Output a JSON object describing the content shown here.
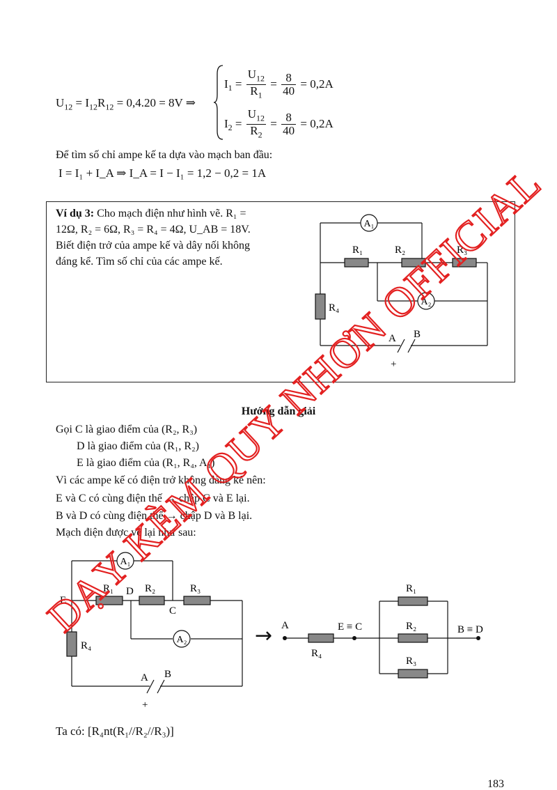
{
  "equations": {
    "u12_lhs": "U",
    "u12_sub": "12",
    "u12_mid": " = I",
    "i12_sub": "12",
    "r_letter": "R",
    "r12_sub": "12",
    "u12_rest": " = 0,4.20 = 8V ⇒",
    "i1": "I",
    "i1_sub": "1",
    "eq": " = ",
    "u": "U",
    "u_sub": "12",
    "r1": "R",
    "r1_sub": "1",
    "eight": "8",
    "forty": "40",
    "result1": " = 0,2A",
    "i2": "I",
    "i2_sub": "2",
    "r2": "R",
    "r2_sub": "2",
    "result2": " = 0,2A"
  },
  "para1": "Để tìm số chỉ ampe kế ta dựa vào mạch ban đầu:",
  "eq2": "I = I₁ + I_A ⇒ I_A = I − I₁ = 1,2 − 0,2 = 1A",
  "example": {
    "label": "Ví dụ 3:",
    "line1": " Cho mạch điện như hình vẽ. R₁ =",
    "line2": "12Ω, R₂ = 6Ω, R₃ = R₄ = 4Ω, U_AB = 18V.",
    "line3": "Biết điện trở của ampe kế và dây nối không",
    "line4": "đáng kể. Tìm số chỉ của các ampe kế."
  },
  "solution": {
    "heading": "Hướng dẫn giải",
    "lines": [
      "Gọi C là giao điểm của (R₂, R₃)",
      "D là giao điểm của (R₁, R₂)",
      "E là giao điểm của (R₁, R₄, A₁)",
      "Vì các ampe kế có điện trở không đáng kể nên:",
      "E và C có cùng điện thế → chập C và E lại.",
      "B và D có cùng điện thế → chập D và B lại.",
      "Mạch điện được vẽ lại như sau:"
    ],
    "conclusion": "Ta có: [R₄nt(R₁//R₂//R₃)]"
  },
  "circuit_labels": {
    "a1": "A₁",
    "a2": "A₂",
    "r1": "R₁",
    "r2": "R₂",
    "r3": "R₃",
    "r4": "R₄",
    "a": "A",
    "b": "B",
    "plus": "+",
    "d": "D",
    "e": "E",
    "c": "C",
    "ec": "E ≡ C",
    "bd": "B ≡ D",
    "arrow": "→"
  },
  "watermark": "DẠY KÈM QUY NHƠN OFFICIAL",
  "page_number": "183",
  "colors": {
    "watermark": "#e32020",
    "resistor": "#888888"
  }
}
